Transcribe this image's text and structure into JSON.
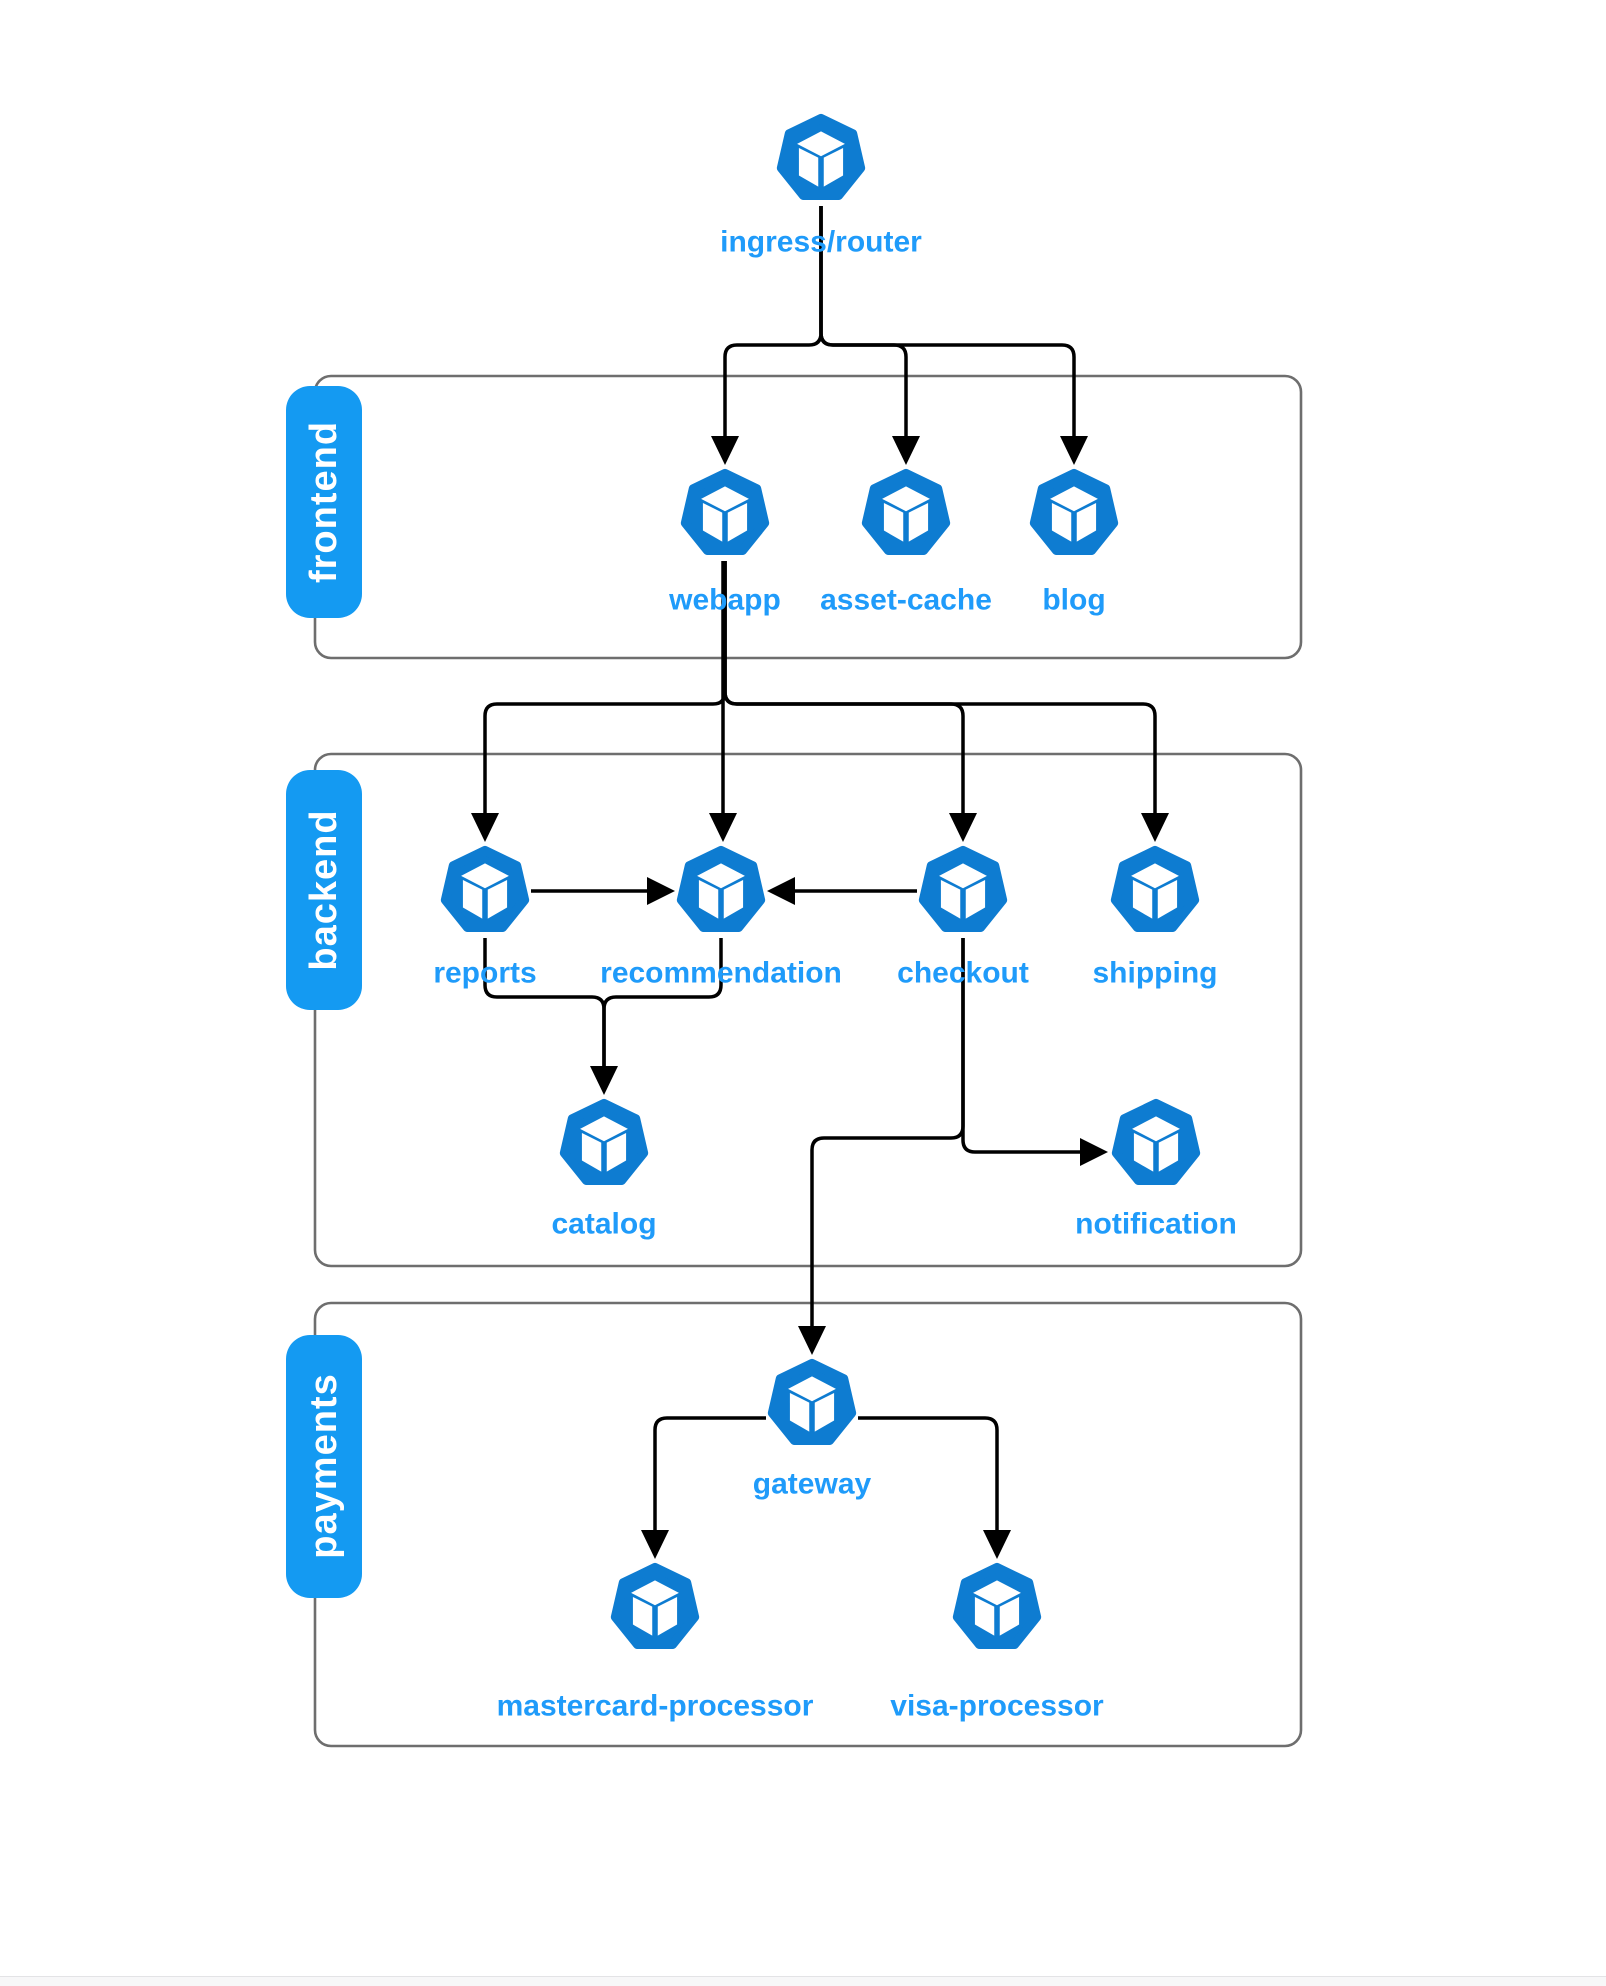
{
  "diagram": {
    "title": "service architecture diagram",
    "icon": "cube-in-heptagon-icon",
    "nodes": {
      "ingress": {
        "label": "ingress/router"
      },
      "webapp": {
        "label": "webapp"
      },
      "asset_cache": {
        "label": "asset-cache"
      },
      "blog": {
        "label": "blog"
      },
      "reports": {
        "label": "reports"
      },
      "recommendation": {
        "label": "recommendation"
      },
      "checkout": {
        "label": "checkout"
      },
      "shipping": {
        "label": "shipping"
      },
      "catalog": {
        "label": "catalog"
      },
      "notification": {
        "label": "notification"
      },
      "gateway": {
        "label": "gateway"
      },
      "mastercard": {
        "label": "mastercard-processor"
      },
      "visa": {
        "label": "visa-processor"
      }
    },
    "groups": {
      "frontend": {
        "label": "frontend",
        "members": [
          "webapp",
          "asset-cache",
          "blog"
        ]
      },
      "backend": {
        "label": "backend",
        "members": [
          "reports",
          "recommendation",
          "checkout",
          "shipping",
          "catalog",
          "notification"
        ]
      },
      "payments": {
        "label": "payments",
        "members": [
          "gateway",
          "mastercard-processor",
          "visa-processor"
        ]
      }
    },
    "edges": [
      {
        "from": "ingress/router",
        "to": "webapp"
      },
      {
        "from": "ingress/router",
        "to": "asset-cache"
      },
      {
        "from": "ingress/router",
        "to": "blog"
      },
      {
        "from": "webapp",
        "to": "reports"
      },
      {
        "from": "webapp",
        "to": "recommendation"
      },
      {
        "from": "webapp",
        "to": "checkout"
      },
      {
        "from": "webapp",
        "to": "shipping"
      },
      {
        "from": "reports",
        "to": "recommendation"
      },
      {
        "from": "checkout",
        "to": "recommendation"
      },
      {
        "from": "reports",
        "to": "catalog"
      },
      {
        "from": "recommendation",
        "to": "catalog"
      },
      {
        "from": "checkout",
        "to": "notification"
      },
      {
        "from": "checkout",
        "to": "gateway"
      },
      {
        "from": "gateway",
        "to": "mastercard-processor"
      },
      {
        "from": "gateway",
        "to": "visa-processor"
      }
    ],
    "colors": {
      "icon_blue": "#0e7cd1",
      "node_label_blue": "#1f9bfa",
      "group_tab_blue": "#149af2",
      "group_tab_text": "#ffffff",
      "edge_black": "#000000",
      "group_border_gray": "#6e6e6e",
      "background": "#ffffff"
    }
  }
}
